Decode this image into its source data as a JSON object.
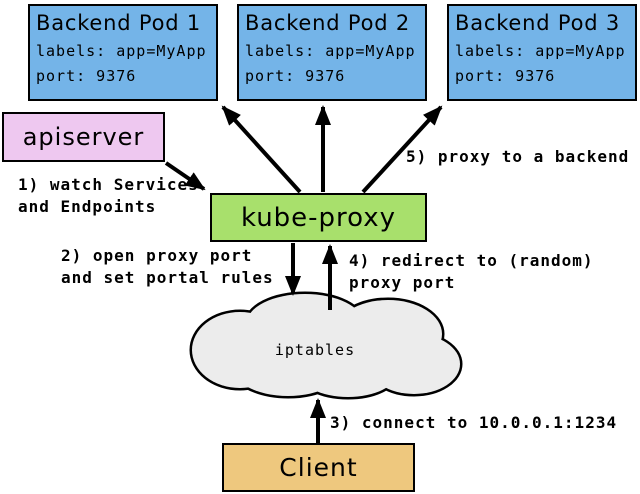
{
  "colors": {
    "background": "#ffffff",
    "pod_fill": "#74b4e8",
    "apiserver_fill": "#eec8f0",
    "kube_proxy_fill": "#a8e06c",
    "client_fill": "#eec87e",
    "cloud_fill": "#ececec",
    "line_and_text": "#000000"
  },
  "nodes": {
    "pods": [
      {
        "title": "Backend Pod 1",
        "labels_line": "labels: app=MyApp",
        "port_line": "port: 9376"
      },
      {
        "title": "Backend Pod 2",
        "labels_line": "labels: app=MyApp",
        "port_line": "port: 9376"
      },
      {
        "title": "Backend Pod 3",
        "labels_line": "labels: app=MyApp",
        "port_line": "port: 9376"
      }
    ],
    "apiserver": {
      "label": "apiserver"
    },
    "kube_proxy": {
      "label": "kube-proxy"
    },
    "iptables_cloud": {
      "label": "iptables"
    },
    "client": {
      "label": "Client"
    }
  },
  "annotations": {
    "step1": "1) watch Services\nand Endpoints",
    "step2": "2) open proxy port\nand set portal rules",
    "step3": "3) connect to 10.0.0.1:1234",
    "step4": "4) redirect to (random)\nproxy port",
    "step5": "5) proxy to a backend"
  }
}
